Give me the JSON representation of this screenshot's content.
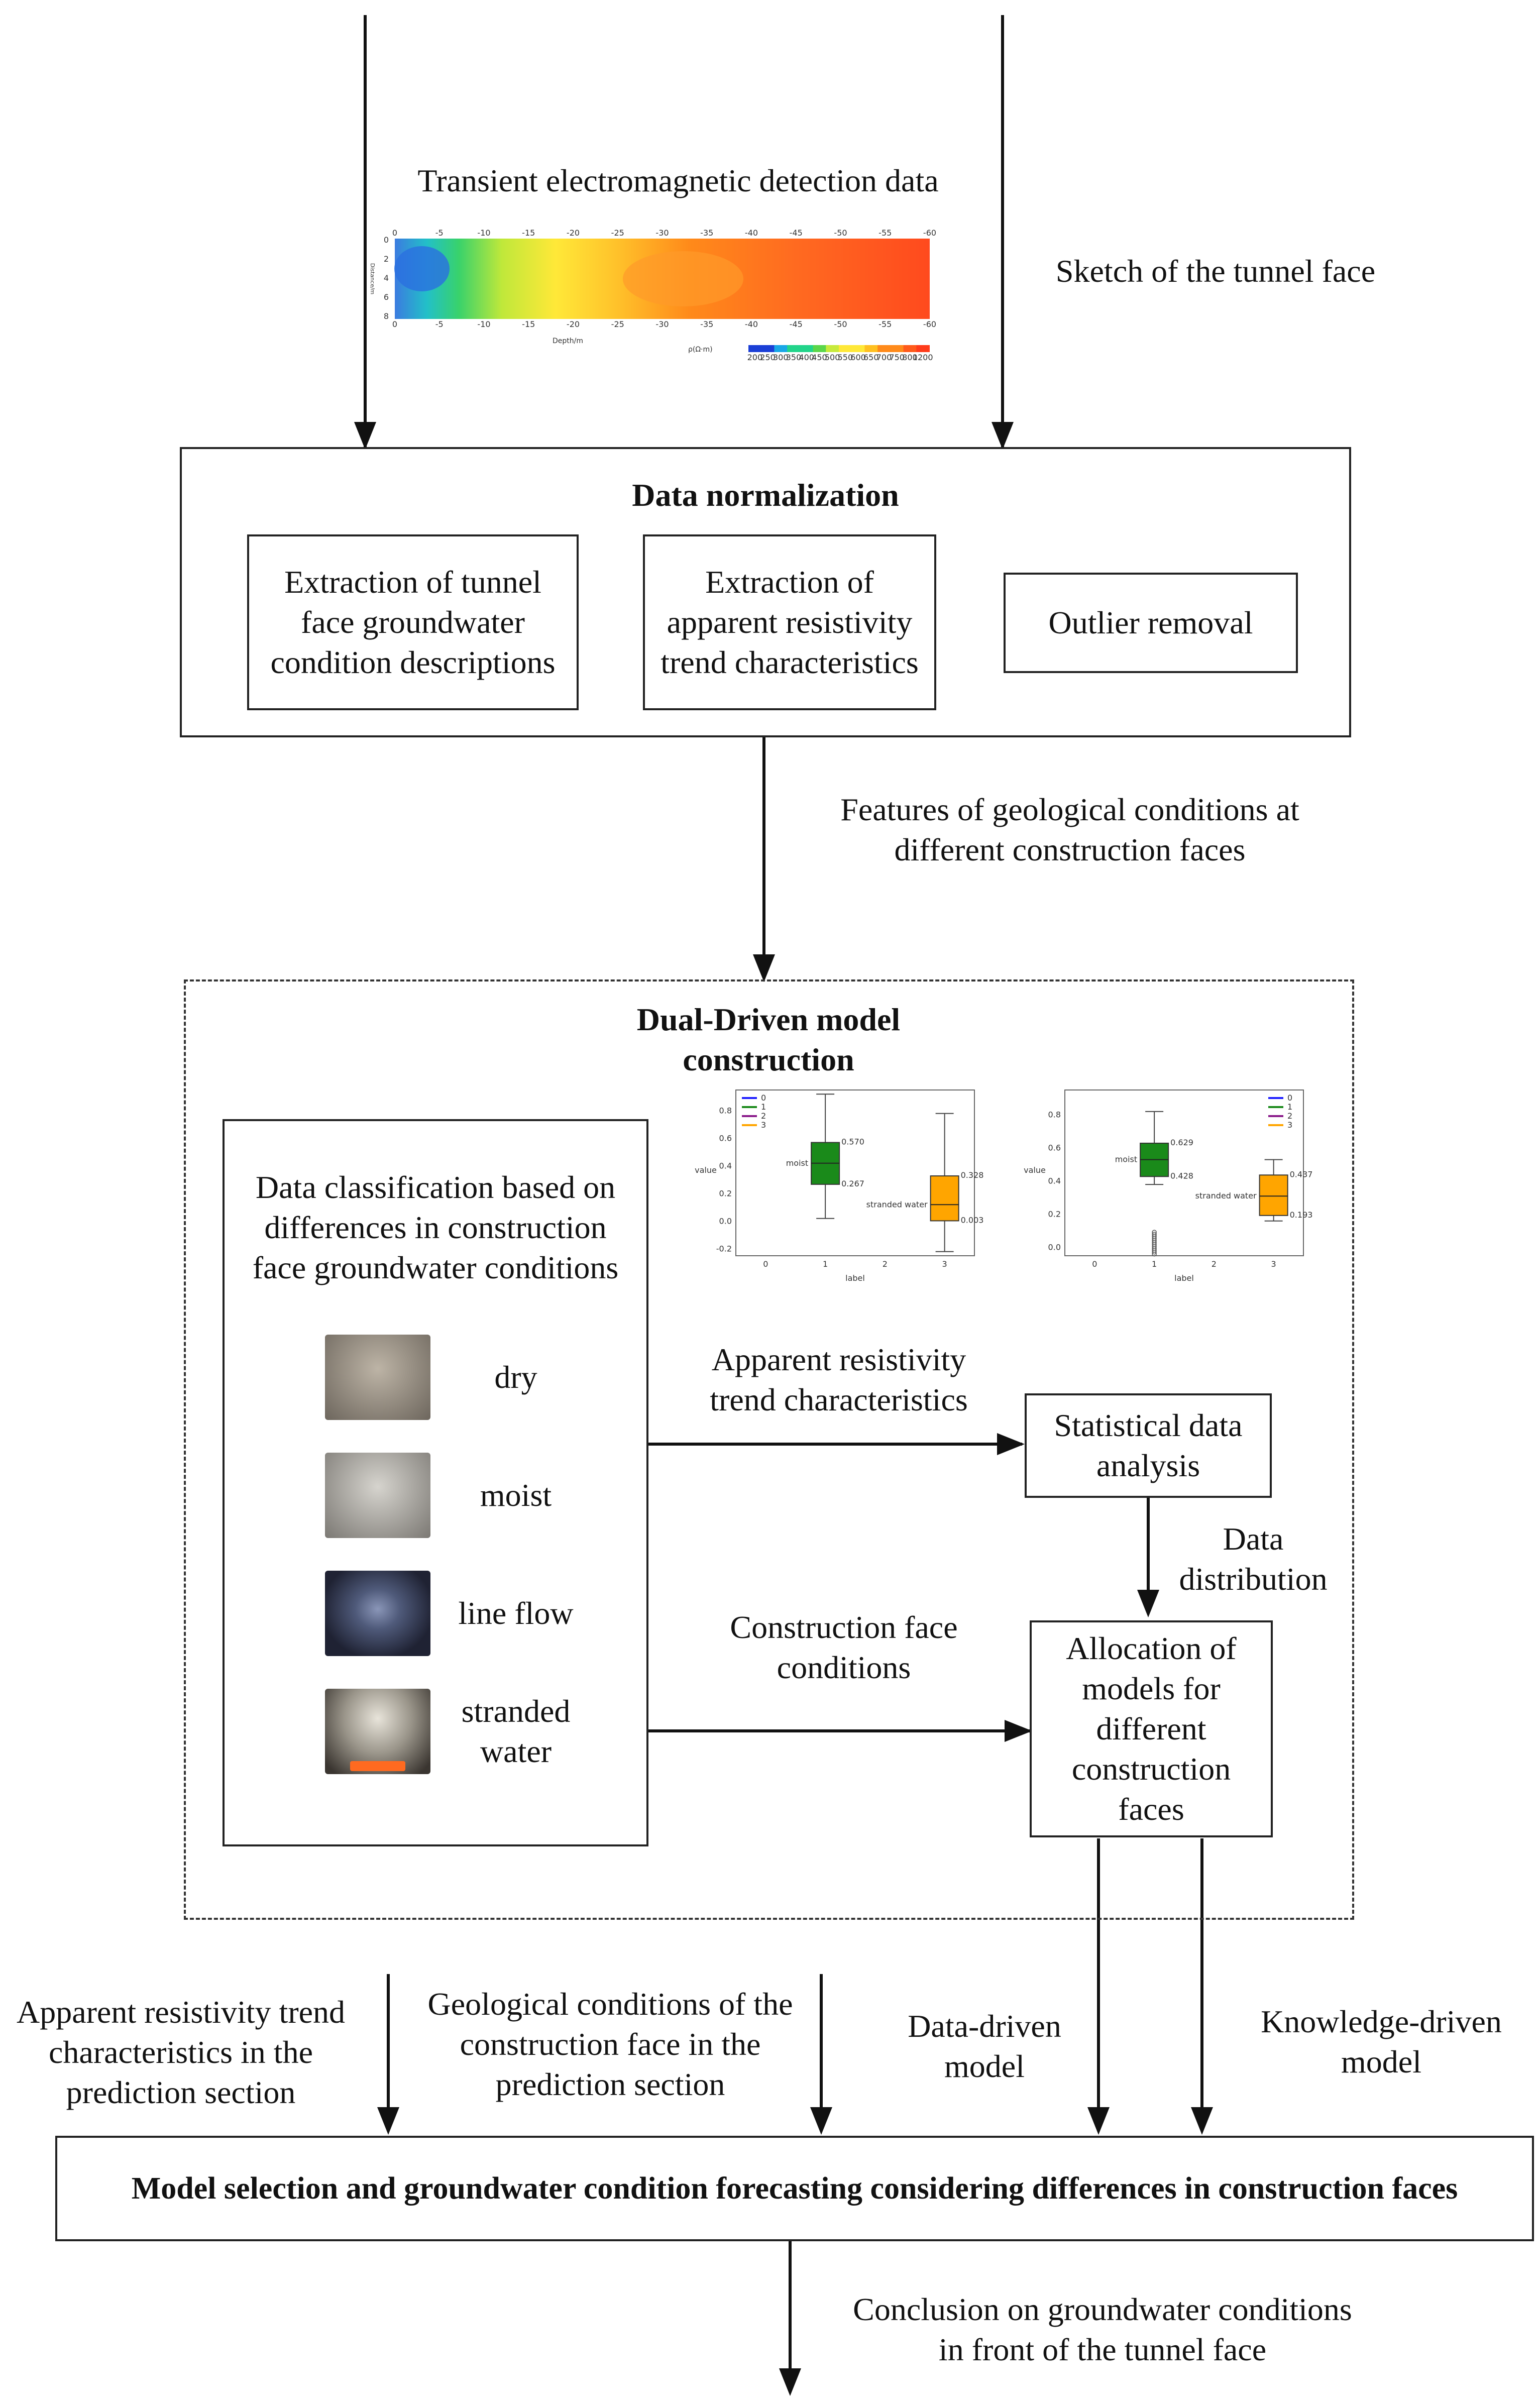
{
  "inputs": {
    "tem_label": "Transient electromagnetic detection data",
    "sketch_label": "Sketch of the tunnel face"
  },
  "tem_plot": {
    "depth_label": "Depth/m",
    "unit_label": "ρ(Ω·m)",
    "depth_ticks": [
      "0",
      "-5",
      "-10",
      "-15",
      "-20",
      "-25",
      "-30",
      "-35",
      "-40",
      "-45",
      "-50",
      "-55",
      "-60"
    ],
    "y_axis_label": "Distance/m",
    "y_ticks": [
      "0",
      "2",
      "4",
      "6",
      "8"
    ],
    "colorbar_ticks": [
      "200",
      "250",
      "300",
      "350",
      "400",
      "450",
      "500",
      "550",
      "600",
      "650",
      "700",
      "750",
      "800",
      "1200"
    ],
    "colormap": [
      "#1b3fd6",
      "#19a7e6",
      "#22d48a",
      "#5bd64a",
      "#c7ea3c",
      "#ffe838",
      "#ffc020",
      "#ff8a1a",
      "#ff5a1a",
      "#ff3b1a"
    ]
  },
  "normalization": {
    "title": "Data normalization",
    "sub1": "Extraction of tunnel\nface groundwater\ncondition descriptions",
    "sub2": "Extraction of\napparent resistivity\ntrend characteristics",
    "sub3": "Outlier removal"
  },
  "features_label": "Features of geological conditions at\ndifferent construction faces",
  "dual": {
    "title": "Dual-Driven model\nconstruction",
    "classification_title": "Data classification based on\ndifferences in construction\nface groundwater conditions",
    "classes": [
      "dry",
      "moist",
      "line flow",
      "stranded\nwater"
    ],
    "arrow_label_top": "Apparent resistivity\ntrend characteristics",
    "arrow_label_bottom": "Construction face\nconditions",
    "stat_box": "Statistical data\nanalysis",
    "distribution_label": "Data\ndistribution",
    "allocation_box": "Allocation of\nmodels for\ndifferent\nconstruction\nfaces"
  },
  "boxplots": [
    {
      "xlabel": "label",
      "ylabel": "value",
      "legend": [
        "0",
        "1",
        "2",
        "3"
      ],
      "legend_colors": [
        "#1f1fff",
        "#1a8a1a",
        "#8a1a8a",
        "#ffa500"
      ],
      "x_ticks": [
        "0",
        "1",
        "2",
        "3"
      ],
      "y_ticks": [
        "-0.2",
        "0.0",
        "0.2",
        "0.4",
        "0.6",
        "0.8"
      ],
      "ylim": [
        -0.25,
        0.95
      ],
      "boxes": [
        {
          "category": "1",
          "name": "moist",
          "color": "#1a8a1a",
          "q1": 0.267,
          "median": 0.42,
          "q3": 0.57,
          "whisker_low": 0.02,
          "whisker_high": 0.92,
          "labels": [
            "0.570",
            "0.267"
          ]
        },
        {
          "category": "3",
          "name": "stranded water",
          "color": "#ffa500",
          "q1": 0.003,
          "median": 0.12,
          "q3": 0.328,
          "whisker_low": -0.22,
          "whisker_high": 0.78,
          "labels": [
            "0.328",
            "0.003"
          ]
        }
      ]
    },
    {
      "xlabel": "label",
      "ylabel": "value",
      "legend": [
        "0",
        "1",
        "2",
        "3"
      ],
      "legend_colors": [
        "#1f1fff",
        "#1a8a1a",
        "#8a1a8a",
        "#ffa500"
      ],
      "x_ticks": [
        "0",
        "1",
        "2",
        "3"
      ],
      "y_ticks": [
        "0.0",
        "0.2",
        "0.4",
        "0.6",
        "0.8"
      ],
      "ylim": [
        -0.05,
        0.95
      ],
      "boxes": [
        {
          "category": "1",
          "name": "moist",
          "color": "#1a8a1a",
          "q1": 0.428,
          "median": 0.53,
          "q3": 0.629,
          "whisker_low": 0.38,
          "whisker_high": 0.82,
          "labels": [
            "0.629",
            "0.428"
          ]
        },
        {
          "category": "3",
          "name": "stranded water",
          "color": "#ffa500",
          "q1": 0.193,
          "median": 0.31,
          "q3": 0.437,
          "whisker_low": 0.16,
          "whisker_high": 0.53,
          "labels": [
            "0.437",
            "0.193"
          ]
        }
      ]
    }
  ],
  "bottom": {
    "label1": "Apparent resistivity trend\ncharacteristics in the\nprediction section",
    "label2": "Geological conditions of the\nconstruction face in the\nprediction section",
    "label3": "Data-driven\nmodel",
    "label4": "Knowledge-driven\nmodel",
    "final_box": "Model selection and groundwater condition forecasting considering differences in construction faces",
    "conclusion": "Conclusion on groundwater conditions\nin front of the tunnel face"
  },
  "photo_colors": {
    "dry": [
      "#9e9486",
      "#6d665d"
    ],
    "moist": [
      "#b8b5ae",
      "#7b7873"
    ],
    "line_flow": [
      "#4f5a7a",
      "#1f2233"
    ],
    "stranded_water": [
      "#9a958a",
      "#3a3530"
    ]
  }
}
